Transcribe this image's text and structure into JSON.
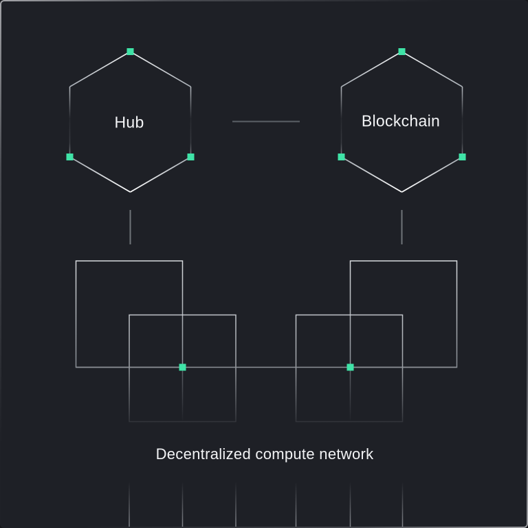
{
  "diagram": {
    "nodes": [
      {
        "label": "Hub"
      },
      {
        "label": "Blockchain"
      }
    ],
    "caption": "Decentralized compute network"
  },
  "colors": {
    "accent_green": "#3fe3a7",
    "background": "#1e2026",
    "line_light": "#e4e6e9",
    "line_gray": "#5c6167"
  }
}
